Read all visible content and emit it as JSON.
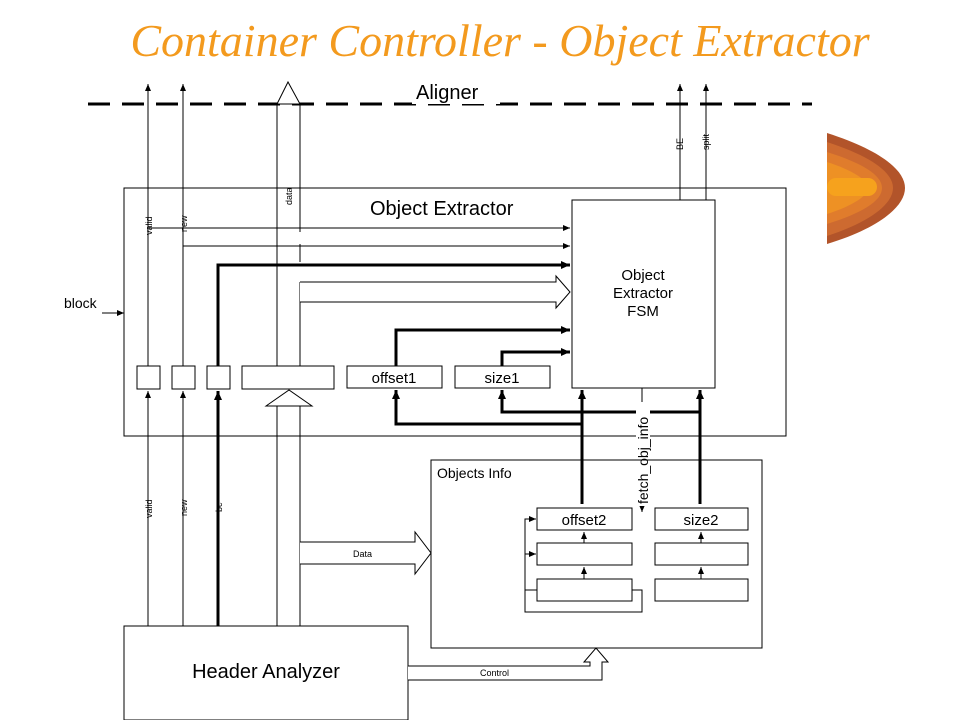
{
  "slide": {
    "title": "Container Controller - Object Extractor"
  },
  "diagram": {
    "aligner_label": "Aligner",
    "object_extractor": {
      "label": "Object Extractor",
      "fsm_label_lines": [
        "Object",
        "Extractor",
        "FSM"
      ],
      "offset1_label": "offset1",
      "size1_label": "size1"
    },
    "objects_info": {
      "label": "Objects Info",
      "offset2_label": "offset2",
      "size2_label": "size2"
    },
    "header_analyzer": {
      "label": "Header Analyzer"
    },
    "signals": {
      "valid_top": "valid",
      "new_top": "new",
      "data_top": "data",
      "be": "BE",
      "split": "split",
      "block": "block",
      "valid_bottom": "valid",
      "new_bottom": "new",
      "bc": "bc",
      "data_bus": "Data",
      "control_bus": "Control",
      "fetch_obj_info": "fetch_obj_info"
    }
  },
  "colors": {
    "title": "#f39a1e",
    "decoration_outer": "#b2542a",
    "decoration_inner": "#f6a21d"
  }
}
